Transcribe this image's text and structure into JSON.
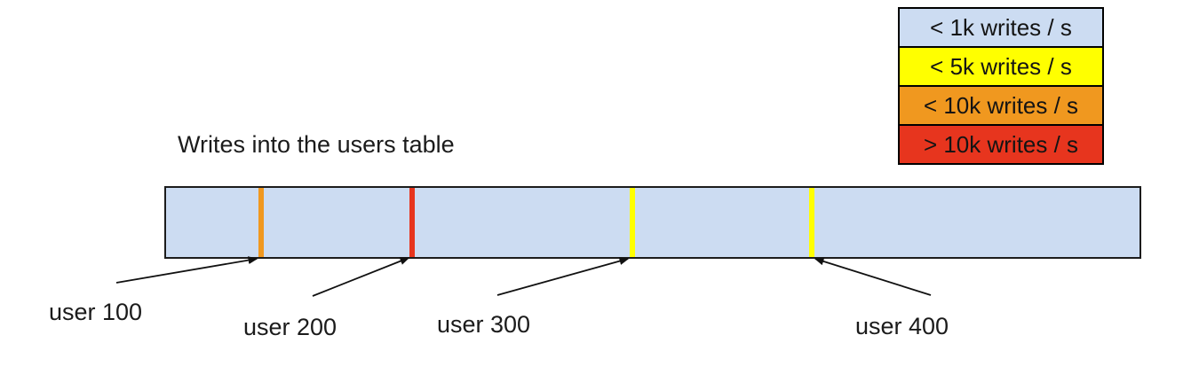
{
  "title": "Writes into the users table",
  "legend": {
    "items": [
      {
        "label": "< 1k writes / s",
        "color": "#ccdcf2"
      },
      {
        "label": "< 5k writes / s",
        "color": "#ffff00"
      },
      {
        "label": "< 10k writes / s",
        "color": "#f0981f"
      },
      {
        "label": "> 10k writes / s",
        "color": "#e7351e"
      }
    ]
  },
  "diagram": {
    "bar_fill": "#ccdcf2",
    "markers": [
      {
        "label": "user 100",
        "write_rate": "< 10k writes / s",
        "color": "#f0981f"
      },
      {
        "label": "user 200",
        "write_rate": "> 10k writes / s",
        "color": "#e7351e"
      },
      {
        "label": "user 300",
        "write_rate": "< 5k writes / s",
        "color": "#ffff00"
      },
      {
        "label": "user 400",
        "write_rate": "< 5k writes / s",
        "color": "#ffff00"
      }
    ]
  }
}
